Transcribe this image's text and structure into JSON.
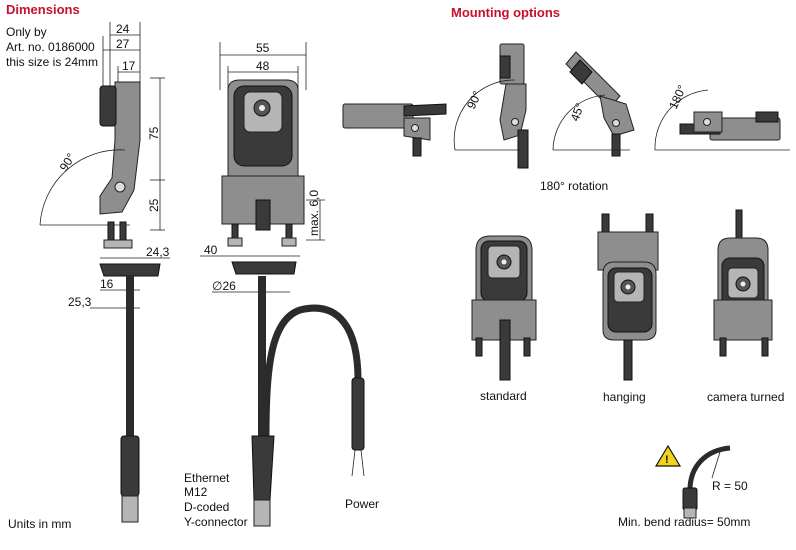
{
  "headings": {
    "dimensions": "Dimensions",
    "mounting": "Mounting options"
  },
  "note": {
    "line1": "Only by",
    "line2": "Art. no. 0186000",
    "line3": "this size is 24mm"
  },
  "dims": {
    "d24": "24",
    "d27": "27",
    "d17": "17",
    "d75": "75",
    "d25": "25",
    "a90": "90°",
    "d24_3": "24,3",
    "d16": "16",
    "d25_3": "25,3",
    "d55": "55",
    "d48": "48",
    "max6": "max. 6,0",
    "d40": "40",
    "dia26": "∅26"
  },
  "connector_label": {
    "line1": "Ethernet",
    "line2": "M12",
    "line3": "D-coded",
    "line4": "Y-connector"
  },
  "power_label": "Power",
  "units_label": "Units in mm",
  "mounting": {
    "angle_90": "90°",
    "angle_45": "45°",
    "angle_180": "180°",
    "rotation_caption": "180° rotation",
    "captions": [
      "standard",
      "hanging",
      "camera turned"
    ]
  },
  "bend": {
    "radius_label": "R = 50",
    "caption": "Min. bend radius= 50mm",
    "warning_glyph": "!"
  },
  "colors": {
    "heading": "#c8102e",
    "housing": "#8e8e8e",
    "dark_part": "#3a3a3a",
    "warning": "#f2d31b"
  }
}
